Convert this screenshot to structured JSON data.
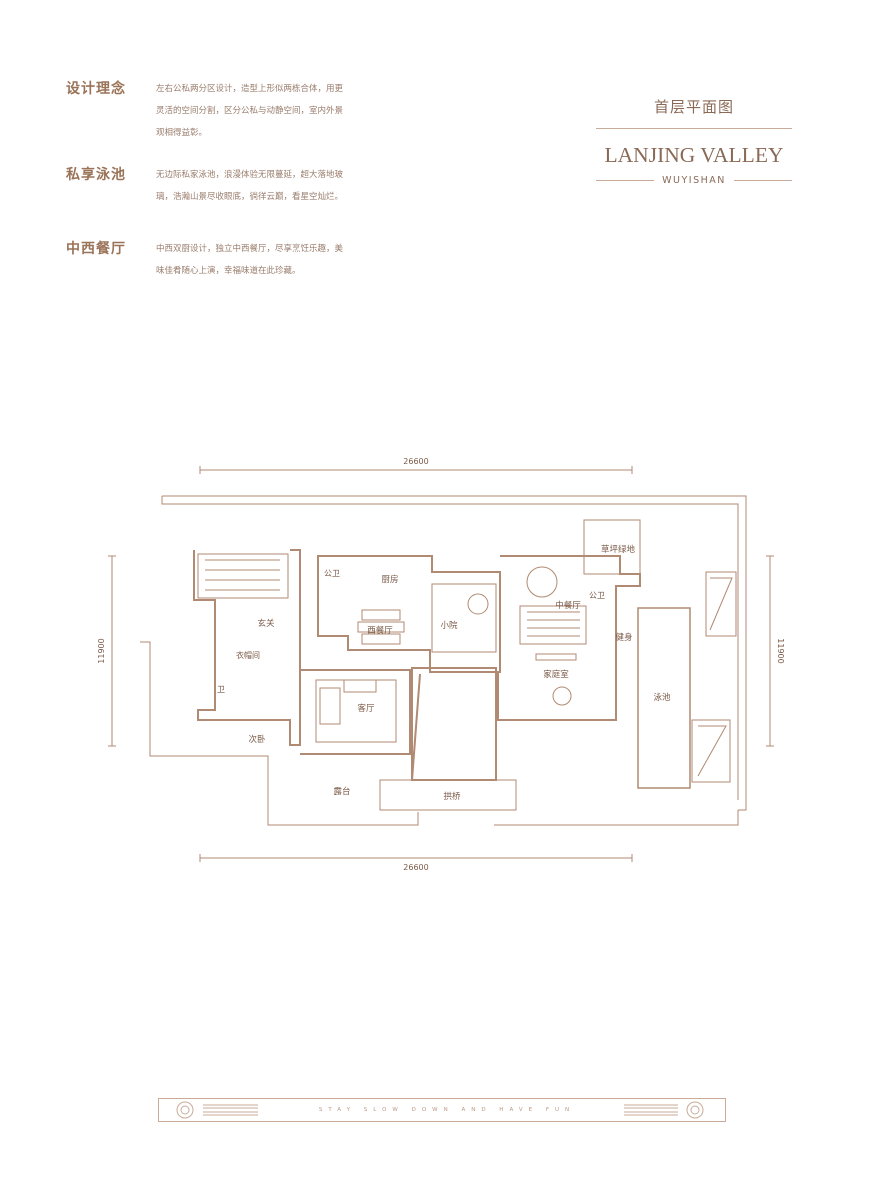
{
  "features": [
    {
      "title": "设计理念",
      "lines": [
        "左右公私两分区设计，造型上形似两栋合体，用更",
        "灵活的空间分割，区分公私与动静空间，室内外景",
        "观相得益彰。"
      ]
    },
    {
      "title": "私享泳池",
      "lines": [
        "无边际私家泳池，浪漫体验无限蔓延，超大落地玻",
        "璃，浩瀚山景尽收眼底，徜徉云巅，看星空灿烂。"
      ]
    },
    {
      "title": "中西餐厅",
      "lines": [
        "中西双厨设计，独立中西餐厅，尽享烹饪乐趣，美",
        "味佳肴随心上演，幸福味道在此珍藏。"
      ]
    }
  ],
  "brand": {
    "plan_title": "首层平面图",
    "name": "LANJING VALLEY",
    "subtitle": "WUYISHAN"
  },
  "dimensions": {
    "top": "26600",
    "bottom": "26600",
    "left": "11900",
    "right": "11900"
  },
  "rooms": {
    "lawn": "草坪绿地",
    "bath1": "公卫",
    "kitchen": "厨房",
    "western_dining": "西餐厅",
    "courtyard": "小院",
    "chinese_dining": "中餐厅",
    "bath2": "公卫",
    "gym": "健身",
    "foyer": "玄关",
    "cloakroom": "衣帽间",
    "bath3": "卫",
    "second_bedroom": "次卧",
    "living_room": "客厅",
    "family_room": "家庭室",
    "pool": "泳池",
    "terrace": "露台",
    "bridge": "拱桥"
  },
  "footer": {
    "slogan": "STAY SLOW DOWN AND HAVE FUN"
  },
  "colors": {
    "accent": "#9a7358",
    "line": "#c8ab98",
    "wall": "#b08a72"
  }
}
